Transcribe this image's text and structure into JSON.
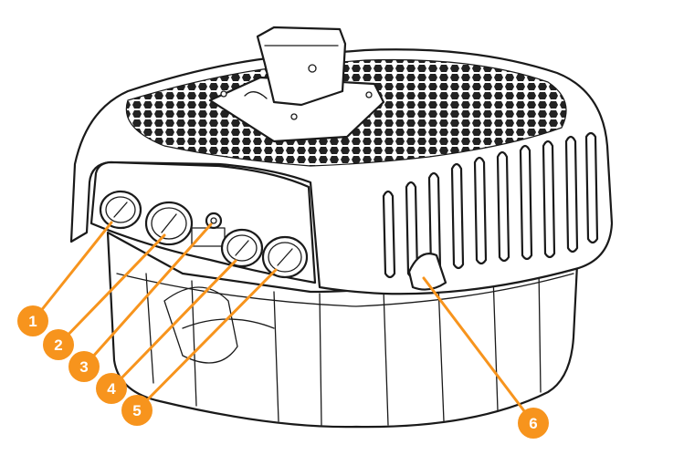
{
  "figure": {
    "accent_color": "#f7941d",
    "callouts": [
      {
        "label": "1",
        "part": "port-plug"
      },
      {
        "label": "2",
        "part": "port-plug"
      },
      {
        "label": "3",
        "part": "ground-screw"
      },
      {
        "label": "4",
        "part": "port-plug"
      },
      {
        "label": "5",
        "part": "port-plug"
      },
      {
        "label": "6",
        "part": "mounting-slot"
      }
    ]
  }
}
